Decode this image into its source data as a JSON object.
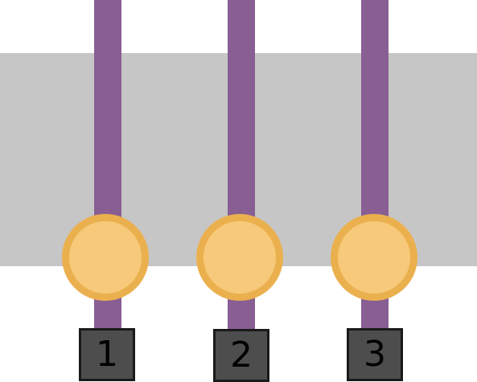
{
  "colors": {
    "background": "#ffffff",
    "band": "#c6c6c6",
    "rod": "#885e93",
    "knob_fill": "#f7c97a",
    "knob_border": "#ebb04e",
    "label_box_fill": "#4d4d4d",
    "label_box_border": "#1a1a1a"
  },
  "slots": [
    {
      "label": "1"
    },
    {
      "label": "2"
    },
    {
      "label": "3"
    }
  ]
}
